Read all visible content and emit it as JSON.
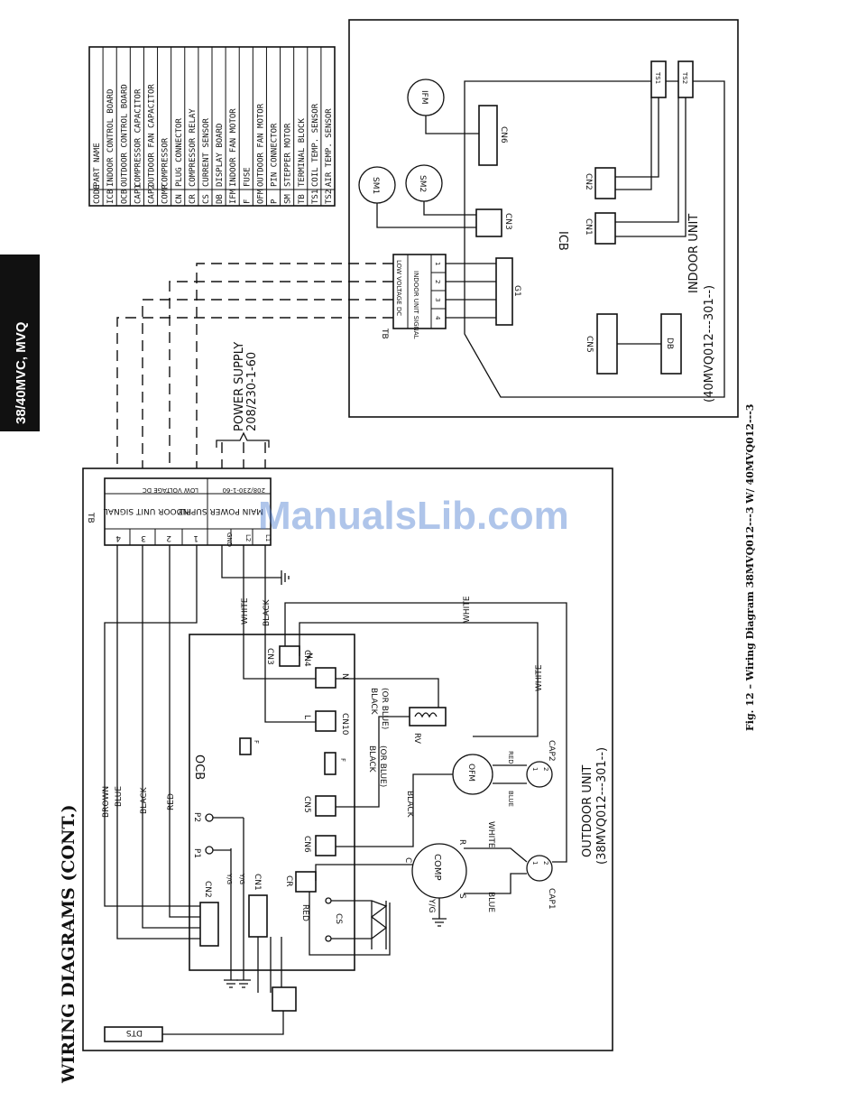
{
  "page": {
    "side_tab": "38/40MVC, MVQ",
    "section_title": "WIRING DIAGRAMS (CONT.)",
    "figure_caption": "Fig. 12 – Wiring Diagram 38MVQ012---3 W/ 40MVQ012---3",
    "watermark": "ManualsLib.com"
  },
  "legend": {
    "header": [
      "CODE",
      "PART NAME"
    ],
    "rows": [
      [
        "ICB",
        "INDOOR CONTROL BOARD"
      ],
      [
        "OCB",
        "OUTDOOR CONTROL BOARD"
      ],
      [
        "CAP1",
        "COMPRESSOR CAPACITOR"
      ],
      [
        "CAP2",
        "OUTDOOR FAN CAPACITOR"
      ],
      [
        "COMP",
        "COMPRESSOR"
      ],
      [
        "CN",
        "PLUG CONNECTOR"
      ],
      [
        "CR",
        "COMPRESSOR RELAY"
      ],
      [
        "CS",
        "CURRENT SENSOR"
      ],
      [
        "DB",
        "DISPLAY BOARD"
      ],
      [
        "IFM",
        "INDOOR FAN MOTOR"
      ],
      [
        "F",
        "FUSE"
      ],
      [
        "OFM",
        "OUTDOOR FAN MOTOR"
      ],
      [
        "P",
        "PIN CONNECTOR"
      ],
      [
        "SM",
        "STEPPER MOTOR"
      ],
      [
        "TB",
        "TERMINAL BLOCK"
      ],
      [
        "TS1",
        "COIL TEMP. SENSOR"
      ],
      [
        "TS2",
        "AIR TEMP. SENSOR"
      ]
    ]
  },
  "indoor": {
    "title": "INDOOR UNIT",
    "model": "(40MVQ012---301--)",
    "board": "ICB",
    "connectors": [
      "CN6",
      "CN3",
      "CN2",
      "CN1",
      "CN5",
      "G1"
    ],
    "motors": [
      "IFM",
      "SM1",
      "SM2"
    ],
    "sensors": [
      "TS1",
      "TS2"
    ],
    "display": "DB",
    "tb": {
      "label": "TB",
      "low_voltage": "LOW VOLTAGE DC",
      "signal": "INDOOR UNIT SIGNAL",
      "terminals": [
        "1",
        "2",
        "3",
        "4"
      ]
    }
  },
  "outdoor": {
    "title": "OUTDOOR UNIT",
    "model": "(38MVQ012---301--)",
    "board": "OCB",
    "tb": {
      "label": "TB",
      "low_voltage": "LOW VOLTAGE DC",
      "signal": "INDOOR UNIT SIGNAL",
      "power_label": "MAIN POWER SUPPLY",
      "voltage": "208/230-1-60",
      "terminals": [
        "4",
        "3",
        "2",
        "1",
        "GND",
        "L2",
        "L1"
      ]
    },
    "connectors": [
      "CN3",
      "CN4",
      "CN10",
      "CN5",
      "CN6",
      "CN2",
      "CN1",
      "CR",
      "CS",
      "F",
      "F",
      "P1",
      "P2",
      "N",
      "N",
      "L"
    ],
    "components": {
      "rv": "RV",
      "ofm": "OFM",
      "comp": "COMP",
      "cap1": "CAP1",
      "cap2": "CAP2",
      "dts": "DTS",
      "comp_terminals": [
        "C",
        "R",
        "S"
      ],
      "cap_terminals": [
        "1",
        "2"
      ]
    },
    "wires": {
      "brown": "BROWN",
      "blue": "BLUE",
      "black": "BLACK",
      "red": "RED",
      "white": "WHITE",
      "black_or_blue": "BLACK",
      "or_blue": "(OR BLUE)",
      "yg": "Y/G"
    }
  },
  "power_supply": {
    "label": "POWER SUPPLY",
    "voltage": "208/230-1-60"
  }
}
